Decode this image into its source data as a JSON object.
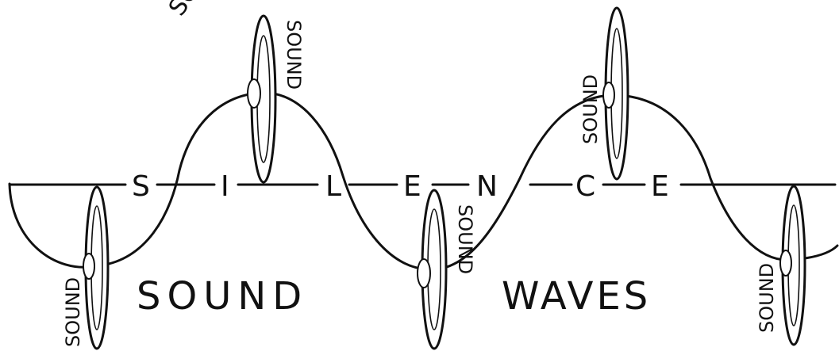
{
  "drawing": {
    "top_fragment": "SO",
    "baseline_letters": [
      "S",
      "I",
      "L",
      "E",
      "N",
      "C",
      "E"
    ],
    "caption_left": "SOUND",
    "caption_right": "WAVES",
    "sound_labels": [
      "SOUND",
      "SOUND",
      "SOUND",
      "SOUND",
      "SOUND"
    ],
    "ink_color": "#111111",
    "paper_color": "#ffffff"
  }
}
